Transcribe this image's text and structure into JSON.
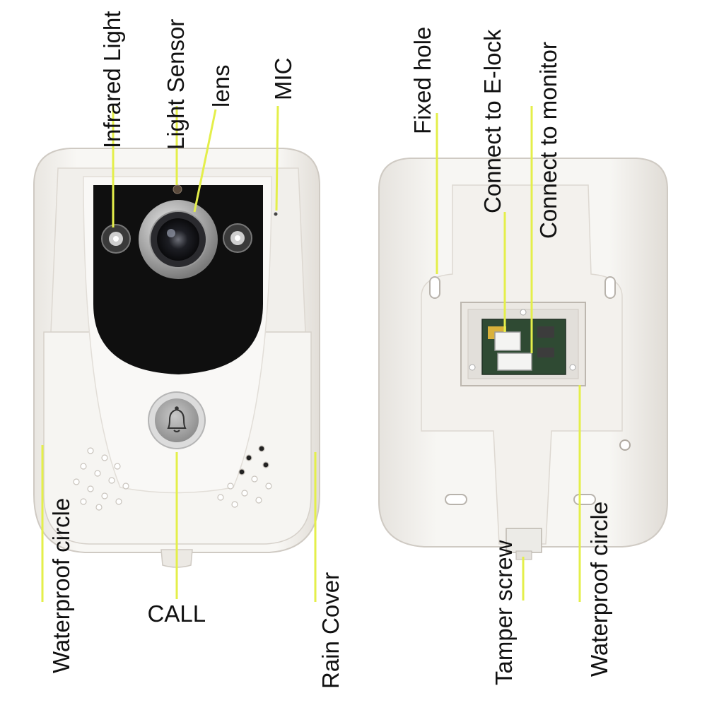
{
  "labels": {
    "infrared_light": "Infrared Light",
    "light_sensor": "Light Sensor",
    "lens": "lens",
    "mic": "MIC",
    "call": "CALL",
    "waterproof_circle_front": "Waterproof circle",
    "rain_cover": "Rain Cover",
    "fixed_hole": "Fixed hole",
    "connect_e_lock": "Connect to E-lock",
    "connect_monitor": "Connect to monitor",
    "tamper_screw": "Tamper screw",
    "waterproof_circle_back": "Waterproof circle"
  },
  "colors": {
    "leader_line": "#e4ef4a",
    "housing": "#f4f2ee",
    "housing_shadow": "#d9d5cf",
    "camera_panel": "#0f0f0f",
    "lens_ring": "#b8b8b8",
    "pcb": "#2f4a33"
  },
  "icons": {
    "call_button": "bell-icon"
  }
}
